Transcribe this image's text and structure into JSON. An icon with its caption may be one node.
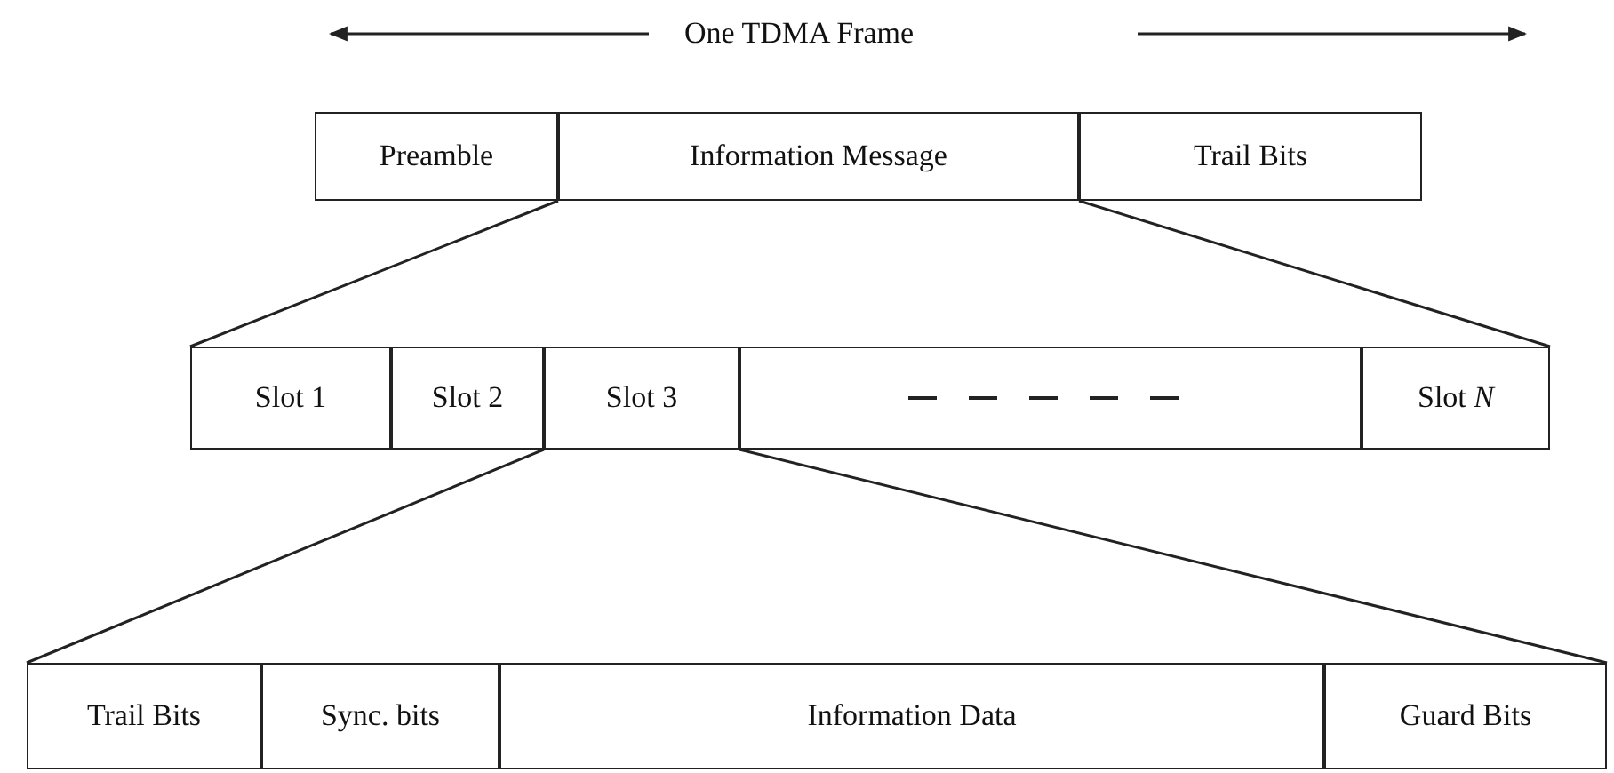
{
  "diagram": {
    "nodes": [
      {
        "text": [
          "Preamble"
        ]
      },
      {
        "text": [
          "Information Message"
        ]
      },
      {
        "text": [
          "Trail Bits"
        ]
      },
      {
        "text": [
          "Slot 1"
        ]
      },
      {
        "text": [
          "Slot 2"
        ]
      },
      {
        "text": [
          "Slot 3"
        ]
      },
      {
        "text": [],
        "shape": "box"
      },
      {
        "text": [
          "Slot *N*"
        ]
      },
      {
        "text": [
          "Trail Bits"
        ]
      },
      {
        "text": [
          "Sync. bits"
        ]
      },
      {
        "text": [
          "Information Data"
        ]
      },
      {
        "text": [
          "Guard Bits"
        ]
      }
    ],
    "edges": [
      {
        "from": 1,
        "to": 3,
        "arrow": "none"
      },
      {
        "from": 1,
        "to": 7,
        "arrow": "none"
      },
      {
        "from": 5,
        "to": 8,
        "arrow": "none"
      },
      {
        "from": 5,
        "to": 11,
        "arrow": "none"
      }
    ],
    "labels": [
      "One TDMA Frame"
    ]
  }
}
